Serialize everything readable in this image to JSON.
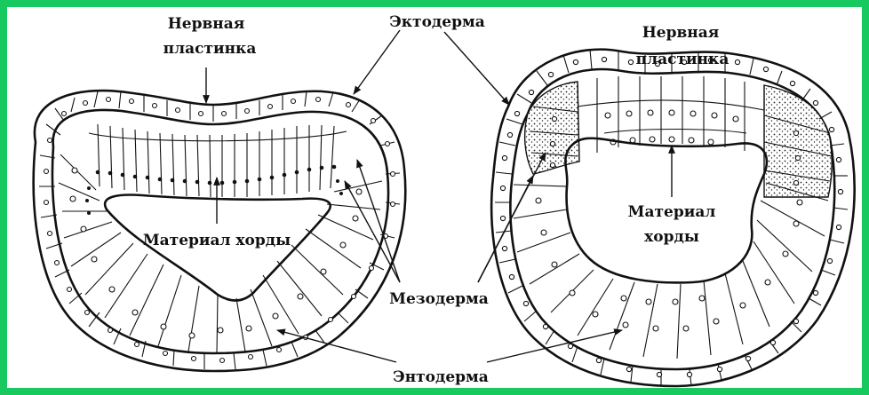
{
  "colors": {
    "frame": "#17c95e",
    "ink": "#111111",
    "background": "#ffffff"
  },
  "labels": {
    "neural_plate_left_line1": "Нервная",
    "neural_plate_left_line2": "пластинка",
    "ectoderm": "Эктодерма",
    "neural_plate_right_line1": "Нервная",
    "neural_plate_right_line2": "пластинка",
    "chorda_left": "Материал хорды",
    "chorda_right_line1": "Материал",
    "chorda_right_line2": "хорды",
    "mesoderm": "Мезодерма",
    "endoderm": "Энтодерма"
  }
}
